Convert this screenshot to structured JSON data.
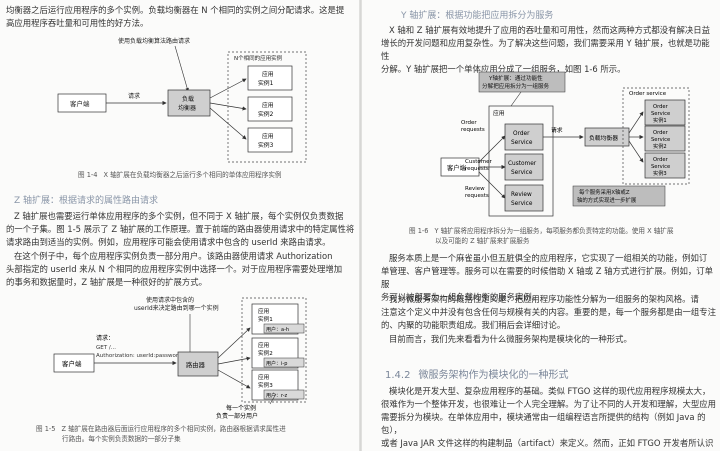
{
  "left": {
    "intro_lines": [
      "均衡器之后运行应用程序的多个实例。负载均衡器在 N 个相同的实例之间分配请求。这是提",
      "高应用程序吞吐量和可用性的好方法。"
    ],
    "fig14": {
      "callout": "使用负载均衡算法路由请求",
      "group_title": "N个相同的应用实例",
      "client": "客户端",
      "request": "请求",
      "lb": [
        "负载",
        "均衡器"
      ],
      "apps": [
        [
          "应用",
          "实例1"
        ],
        [
          "应用",
          "实例2"
        ],
        [
          "应用",
          "实例3"
        ]
      ],
      "caption_no": "图 1-4",
      "caption": "X 轴扩展在负载均衡器之后运行多个相同的单体应用程序实例"
    },
    "z_heading": "Z 轴扩展：根据请求的属性路由请求",
    "z_para1": [
      "Z 轴扩展也需要运行单体应用程序的多个实例，但不同于 X 轴扩展，每个实例仅负责数据",
      "的一个子集。图 1-5 展示了 Z 轴扩展的工作原理。置于前端的路由器使用请求中的特定属性将",
      "请求路由到适当的实例。例如，应用程序可能会使用请求中包含的 userId 来路由请求。"
    ],
    "z_para2": [
      "在这个例子中，每个应用程序实例负责一部分用户。该路由器使用请求 Authorization",
      "头部指定的 userId 来从 N 个相同的应用程序实例中选择一个。对于应用程序需要处理增加",
      "的事务和数据量时，Z 轴扩展是一种很好的扩展方式。"
    ],
    "fig15": {
      "callout": [
        "使用请求中包含的",
        "userId来决定路由到哪一个实例"
      ],
      "client": "客户端",
      "request_label": "请求：",
      "request_lines": [
        "GET /...",
        "Authorization: userId:password"
      ],
      "router": "路由器",
      "apps": [
        {
          "label": [
            "应用",
            "实例1"
          ],
          "users": "用户：a-h"
        },
        {
          "label": [
            "应用",
            "实例2"
          ],
          "users": "用户：i-p"
        },
        {
          "label": [
            "应用",
            "实例3"
          ],
          "users": "用户：r-z"
        }
      ],
      "bottom_note": [
        "每一个实例",
        "负责一部分用户"
      ],
      "caption_no": "图 1-5",
      "caption": [
        "Z 轴扩展在路由器后面运行应用程序的多个相同实例，路由器根据请求属性进",
        "行路由。每个实例负责数据的一部分子集"
      ]
    }
  },
  "right": {
    "y_heading": "Y 轴扩展：根据功能把应用拆分为服务",
    "y_para": [
      "X 轴和 Z 轴扩展有效地提升了应用的吞吐量和可用性，然而这两种方式都没有解决日益",
      "增长的开发问题和应用复杂性。为了解决这些问题，我们需要采用 Y 轴扩展，也就是功能性",
      "分解。Y 轴扩展把一个单体应用分成了一组服务，如图 1-6 所示。"
    ],
    "fig16": {
      "callout": [
        "Y轴扩展：通过功能性",
        "分解把应用拆分为一组服务"
      ],
      "app_label": "应用",
      "client": "客户端",
      "request": "请求",
      "lb": "负载均衡器",
      "order_requests": [
        "Order",
        "requests"
      ],
      "customer_requests": [
        "Customer",
        "requests"
      ],
      "review_requests": [
        "Review",
        "requests"
      ],
      "services": [
        [
          "Order",
          "Service"
        ],
        [
          "Customer",
          "Service"
        ],
        [
          "Review",
          "Service"
        ]
      ],
      "order_group": "Order service",
      "order_instances": [
        [
          "Order",
          "Service",
          "实例1"
        ],
        [
          "Order",
          "Service",
          "实例2"
        ],
        [
          "Order",
          "Service",
          "实例3"
        ]
      ],
      "note": [
        "每个服务采用X轴或Z",
        "轴的方式实现进一步扩展"
      ],
      "caption_no": "图 1-6",
      "caption": [
        "Y 轴扩展将应用程序拆分为一组服务，每项服务都负责特定的功能。使用 X 轴扩展",
        "以及可能的 Z 轴扩展来扩展服务"
      ]
    },
    "para1": [
      "服务本质上是一个麻雀虽小但五脏俱全的应用程序，它实现了一组相关的功能，例如订",
      "单管理、客户管理等。服务可以在需要的时候借助 X 轴或 Z 轴方式进行扩展。例如，订单服",
      "务可以被部署为一组负载均衡的服务实例。"
    ],
    "para2": [
      "我对微服务架构的概括性定义是：把应用程序功能性分解为一组服务的架构风格。请",
      "注意这个定义中并没有包含任何与规模有关的内容。重要的是，每一个服务都是由一组专注",
      "的、内聚的功能职责组成。我们稍后会详细讨论。"
    ],
    "para3": "目前而言，我们先来看看为什么微服务架构是模块化的一种形式。",
    "sec_no": "1.4.2",
    "sec_title": "微服务架构作为模块化的一种形式",
    "para4": [
      "模块化是开发大型、复杂应用程序的基础。类似 FTGO 这样的现代应用程序规模太大，",
      "很难作为一个整体开发，也很难让一个人完全理解。为了让不同的人开发和理解，大型应用",
      "需要拆分为模块。在单体应用中，模块通常由一组编程语言所提供的结构（例如 Java 的包），",
      "或者 Java JAR 文件这样的构建制品（artifact）来定义。然而，正如 FTGO 开发者所认识到"
    ]
  }
}
